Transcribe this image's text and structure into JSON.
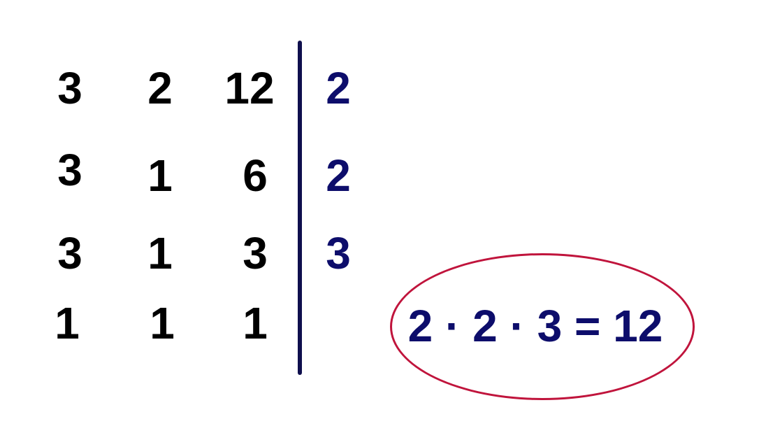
{
  "rows": [
    {
      "values": [
        "3",
        "2",
        "12"
      ],
      "factor": "2"
    },
    {
      "values": [
        "3",
        "1",
        "6"
      ],
      "factor": "2"
    },
    {
      "values": [
        "3",
        "1",
        "3"
      ],
      "factor": "3"
    },
    {
      "values": [
        "1",
        "1",
        "1"
      ],
      "factor": ""
    }
  ],
  "result": "2 · 2 · 3 = 12",
  "colors": {
    "numbers": "#000000",
    "factors": "#0d0d6b",
    "divider": "#0f0f4d",
    "ellipse": "#c0143c"
  }
}
